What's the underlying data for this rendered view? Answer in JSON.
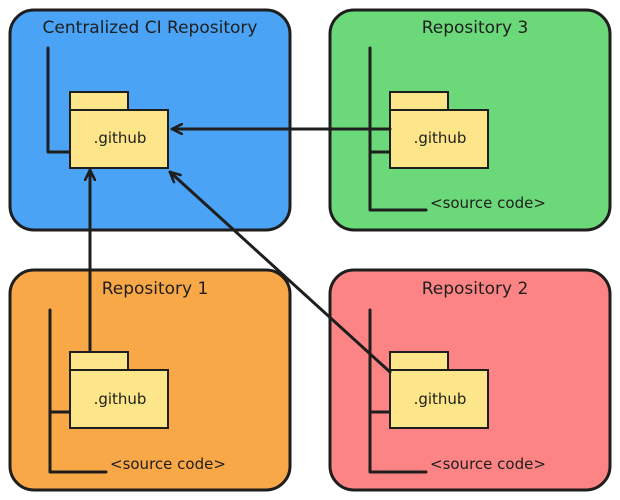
{
  "diagram": {
    "boxes": [
      {
        "id": "central",
        "title": "Centralized CI Repository",
        "color": "#4aa3f5",
        "folder": ".github",
        "code": ""
      },
      {
        "id": "repo3",
        "title": "Repository 3",
        "color": "#6bd97a",
        "folder": ".github",
        "code": "<source code>"
      },
      {
        "id": "repo1",
        "title": "Repository 1",
        "color": "#f9a847",
        "folder": ".github",
        "code": "<source code>"
      },
      {
        "id": "repo2",
        "title": "Repository 2",
        "color": "#fd8484",
        "folder": ".github",
        "code": "<source code>"
      }
    ],
    "folder_color": "#fde68a",
    "stroke_color": "#1e1e1e",
    "arrows": [
      {
        "from": "repo3",
        "to": "central"
      },
      {
        "from": "repo1",
        "to": "central"
      },
      {
        "from": "repo2",
        "to": "central"
      }
    ]
  }
}
